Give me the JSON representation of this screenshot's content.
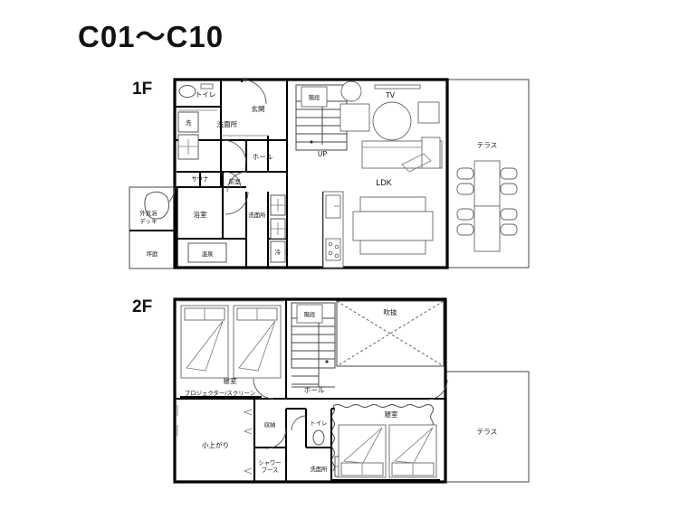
{
  "page": {
    "title": "C01〜C10",
    "background_color": "#ffffff",
    "line_color": "#000000"
  },
  "floors": [
    {
      "id": "1f",
      "tag": "1F",
      "rooms": [
        {
          "name": "toilet",
          "label": "トイレ"
        },
        {
          "name": "laundry",
          "label": "洗"
        },
        {
          "name": "washroom-north",
          "label": "洗面所"
        },
        {
          "name": "entrance",
          "label": "玄関"
        },
        {
          "name": "hall",
          "label": "ホール"
        },
        {
          "name": "sauna",
          "label": "サウナ"
        },
        {
          "name": "anteroom",
          "label": "前室"
        },
        {
          "name": "outdoor-air-deck",
          "label": "外気浴\nデッキ"
        },
        {
          "name": "bathroom",
          "label": "浴室"
        },
        {
          "name": "washroom-south",
          "label": "洗面所"
        },
        {
          "name": "courtyard",
          "label": "坪庭"
        },
        {
          "name": "onsen",
          "label": "温泉"
        },
        {
          "name": "fridge",
          "label": "冷"
        },
        {
          "name": "stairs",
          "label": "階段"
        },
        {
          "name": "stairs-direction",
          "label": "UP"
        },
        {
          "name": "television",
          "label": "TV"
        },
        {
          "name": "living-dining-kitchen",
          "label": "LDK"
        },
        {
          "name": "terrace",
          "label": "テラス"
        }
      ]
    },
    {
      "id": "2f",
      "tag": "2F",
      "rooms": [
        {
          "name": "bedroom-west",
          "label": "寝室"
        },
        {
          "name": "projector-screen",
          "label": "プロジェクター/スクリーン"
        },
        {
          "name": "stairs",
          "label": "階段"
        },
        {
          "name": "void",
          "label": "吹抜"
        },
        {
          "name": "hall",
          "label": "ホール"
        },
        {
          "name": "raised-tatami",
          "label": "小上がり"
        },
        {
          "name": "storage",
          "label": "収納"
        },
        {
          "name": "shower-booth",
          "label": "シャワー\nブース"
        },
        {
          "name": "washroom",
          "label": "洗面所"
        },
        {
          "name": "toilet",
          "label": "トイレ"
        },
        {
          "name": "bedroom-east",
          "label": "寝室"
        },
        {
          "name": "terrace",
          "label": "テラス"
        }
      ]
    }
  ]
}
